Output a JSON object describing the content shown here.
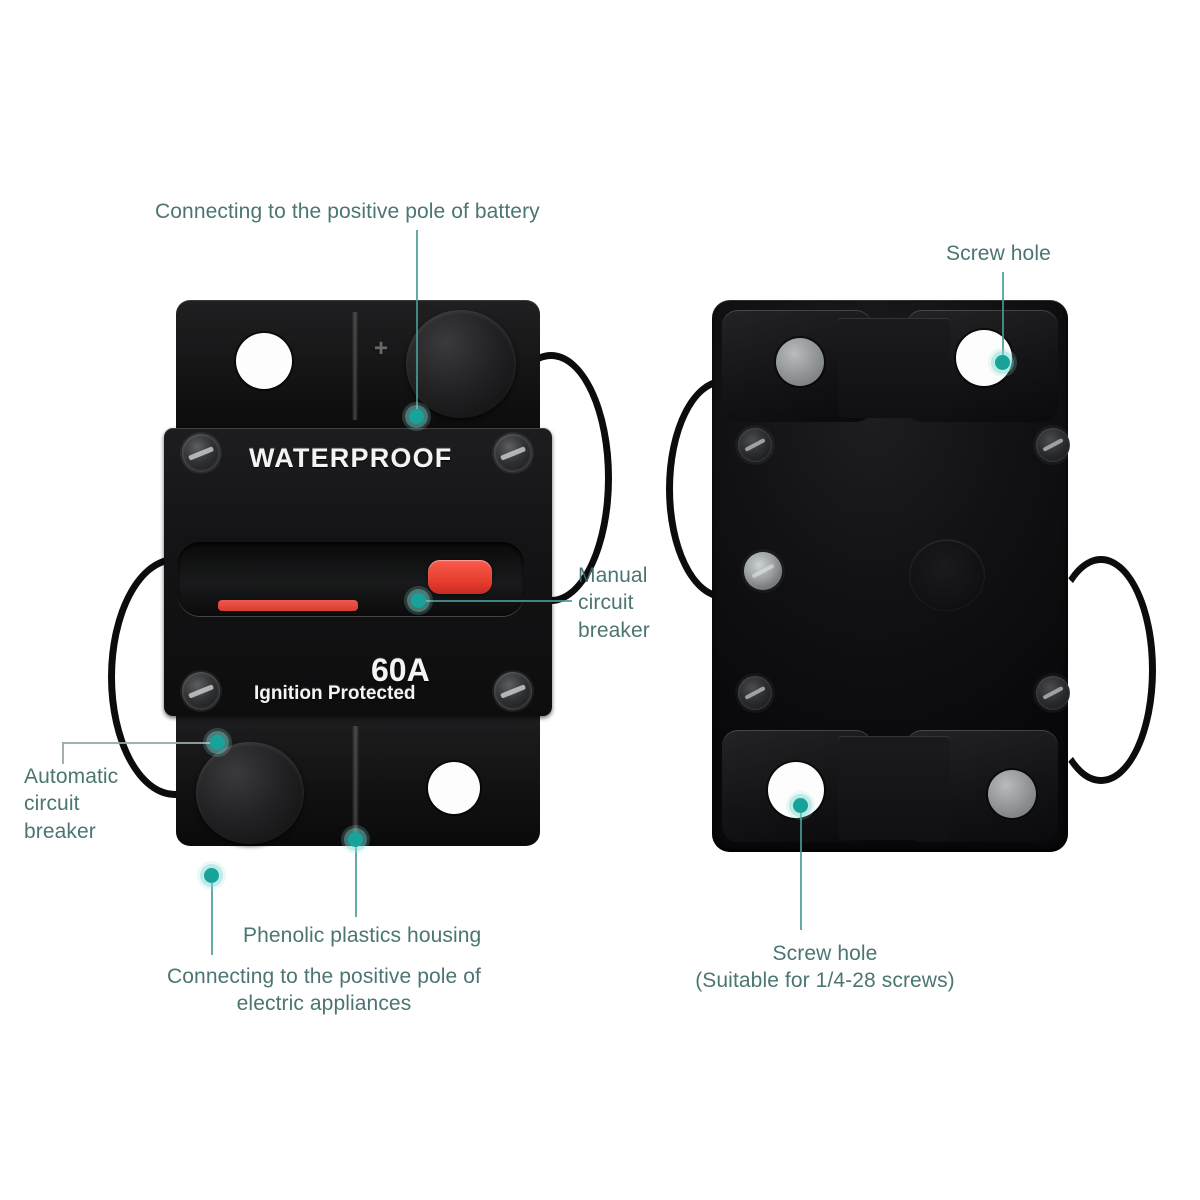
{
  "diagram": {
    "title": "Waterproof Circuit Breaker Annotated Product Diagram",
    "accent_color": "#17a39a",
    "label_color": "#3e6b68",
    "leader_color": "#4a9a95",
    "background_color": "#ffffff",
    "body_color": "#111113",
    "button_color": "#e2392c"
  },
  "front_view": {
    "name": "front-view",
    "markings": {
      "waterproof": "WATERPROOF",
      "amperage": "60A",
      "ignition": "Ignition Protected",
      "polarity": "+"
    }
  },
  "back_view": {
    "name": "back-view"
  },
  "callouts": [
    {
      "id": "positive-pole-battery",
      "text": "Connecting to the positive pole of battery",
      "side": "top-left"
    },
    {
      "id": "screw-hole-top",
      "text": "Screw hole",
      "side": "top-right"
    },
    {
      "id": "manual-circuit-breaker",
      "text": "Manual\ncircuit\nbreaker",
      "side": "middle-right"
    },
    {
      "id": "automatic-circuit-breaker",
      "text": "Automatic\ncircuit\nbreaker",
      "side": "bottom-left"
    },
    {
      "id": "phenolic-plastics-housing",
      "text": "Phenolic plastics housing",
      "side": "bottom-center"
    },
    {
      "id": "positive-pole-appliances",
      "text": "Connecting to the positive pole of\nelectric appliances",
      "side": "bottom-left"
    },
    {
      "id": "screw-hole-bottom",
      "text": "Screw hole\n(Suitable for 1/4-28 screws)",
      "side": "bottom-right"
    }
  ]
}
